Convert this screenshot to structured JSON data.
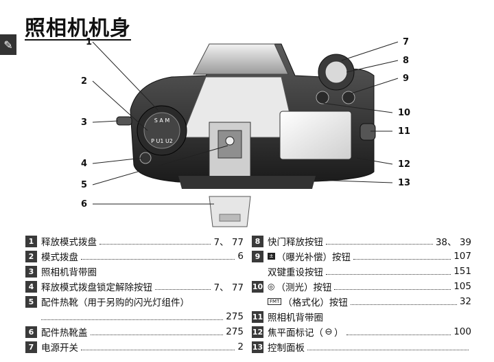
{
  "title": "照相机机身",
  "side_tab_icon": "camera-tab-icon",
  "callouts": [
    "1",
    "2",
    "3",
    "4",
    "5",
    "6",
    "7",
    "8",
    "9",
    "10",
    "11",
    "12",
    "13"
  ],
  "left_items": [
    {
      "num": "1",
      "label": "释放模式拨盘",
      "page": "7、 77"
    },
    {
      "num": "2",
      "label": "模式拨盘",
      "page": "6"
    },
    {
      "num": "3",
      "label": "照相机背带圈",
      "page": ""
    },
    {
      "num": "4",
      "label": "释放模式拨盘锁定解除按钮",
      "page": "7、 77"
    },
    {
      "num": "5",
      "label": "配件热靴（用于另购的闪光灯组件）",
      "page": ""
    },
    {
      "num": "",
      "label": "",
      "page": "275"
    },
    {
      "num": "6",
      "label": "配件热靴盖",
      "page": "275"
    },
    {
      "num": "7",
      "label": "电源开关",
      "page": "2"
    }
  ],
  "right_items": [
    {
      "num": "8",
      "label": "快门释放按钮",
      "page": "38、 39"
    },
    {
      "num": "9",
      "icon": "exposure-comp-icon",
      "label": "（曝光补偿）按钮",
      "page": "107"
    },
    {
      "num": "",
      "label": "双键重设按钮",
      "page": "151"
    },
    {
      "num": "10",
      "icon": "metering-icon",
      "label": "（测光）按钮",
      "page": "105"
    },
    {
      "num": "",
      "icon": "format-icon",
      "label": "（格式化）按钮",
      "page": "32"
    },
    {
      "num": "11",
      "label": "照相机背带圈",
      "page": ""
    },
    {
      "num": "12",
      "label": "焦平面标记（",
      "label2": "）",
      "icon": "focal-plane-icon",
      "page": "100"
    },
    {
      "num": "13",
      "label": "控制面板",
      "page": ""
    }
  ]
}
